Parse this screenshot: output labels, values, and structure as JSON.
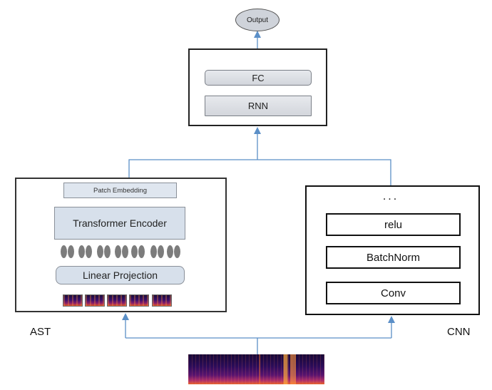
{
  "output": {
    "label": "Output"
  },
  "head": {
    "fc": "FC",
    "rnn": "RNN"
  },
  "ast": {
    "patch_embedding": "Patch Embedding",
    "transformer_encoder": "Transformer Encoder",
    "linear_projection": "Linear Projection",
    "label": "AST"
  },
  "cnn": {
    "ellipsis": "...",
    "layers": [
      "relu",
      "BatchNorm",
      "Conv"
    ],
    "label": "CNN"
  },
  "colors": {
    "arrow": "#5b8fc7",
    "block_fill": "#d7e0eb",
    "output_fill": "#cfd3da"
  }
}
